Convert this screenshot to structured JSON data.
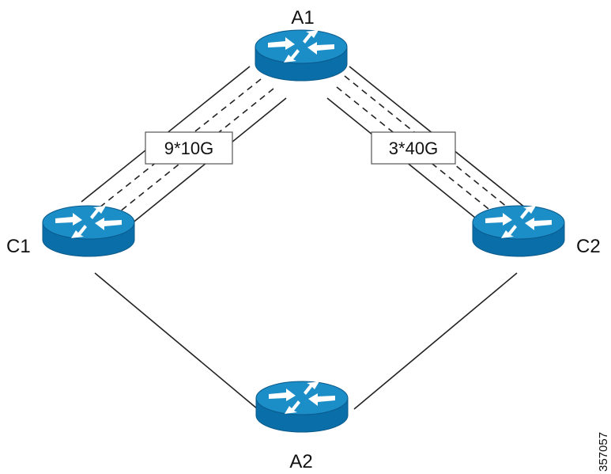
{
  "nodes": {
    "a1": {
      "label": "A1",
      "icon": "router-icon"
    },
    "a2": {
      "label": "A2",
      "icon": "router-icon"
    },
    "c1": {
      "label": "C1",
      "icon": "router-icon"
    },
    "c2": {
      "label": "C2",
      "icon": "router-icon"
    }
  },
  "links": {
    "a1_c1": {
      "label": "9*10G",
      "style": "bundle"
    },
    "a1_c2": {
      "label": "3*40G",
      "style": "bundle"
    },
    "c1_a2": {
      "label": "",
      "style": "single"
    },
    "c2_a2": {
      "label": "",
      "style": "single"
    }
  },
  "figure_id": "357057",
  "colors": {
    "router_top": "#1b8dc7",
    "router_body": "#0a6ea8",
    "router_edge": "#0a5a8c",
    "line": "#222222",
    "label_border": "#555555"
  }
}
